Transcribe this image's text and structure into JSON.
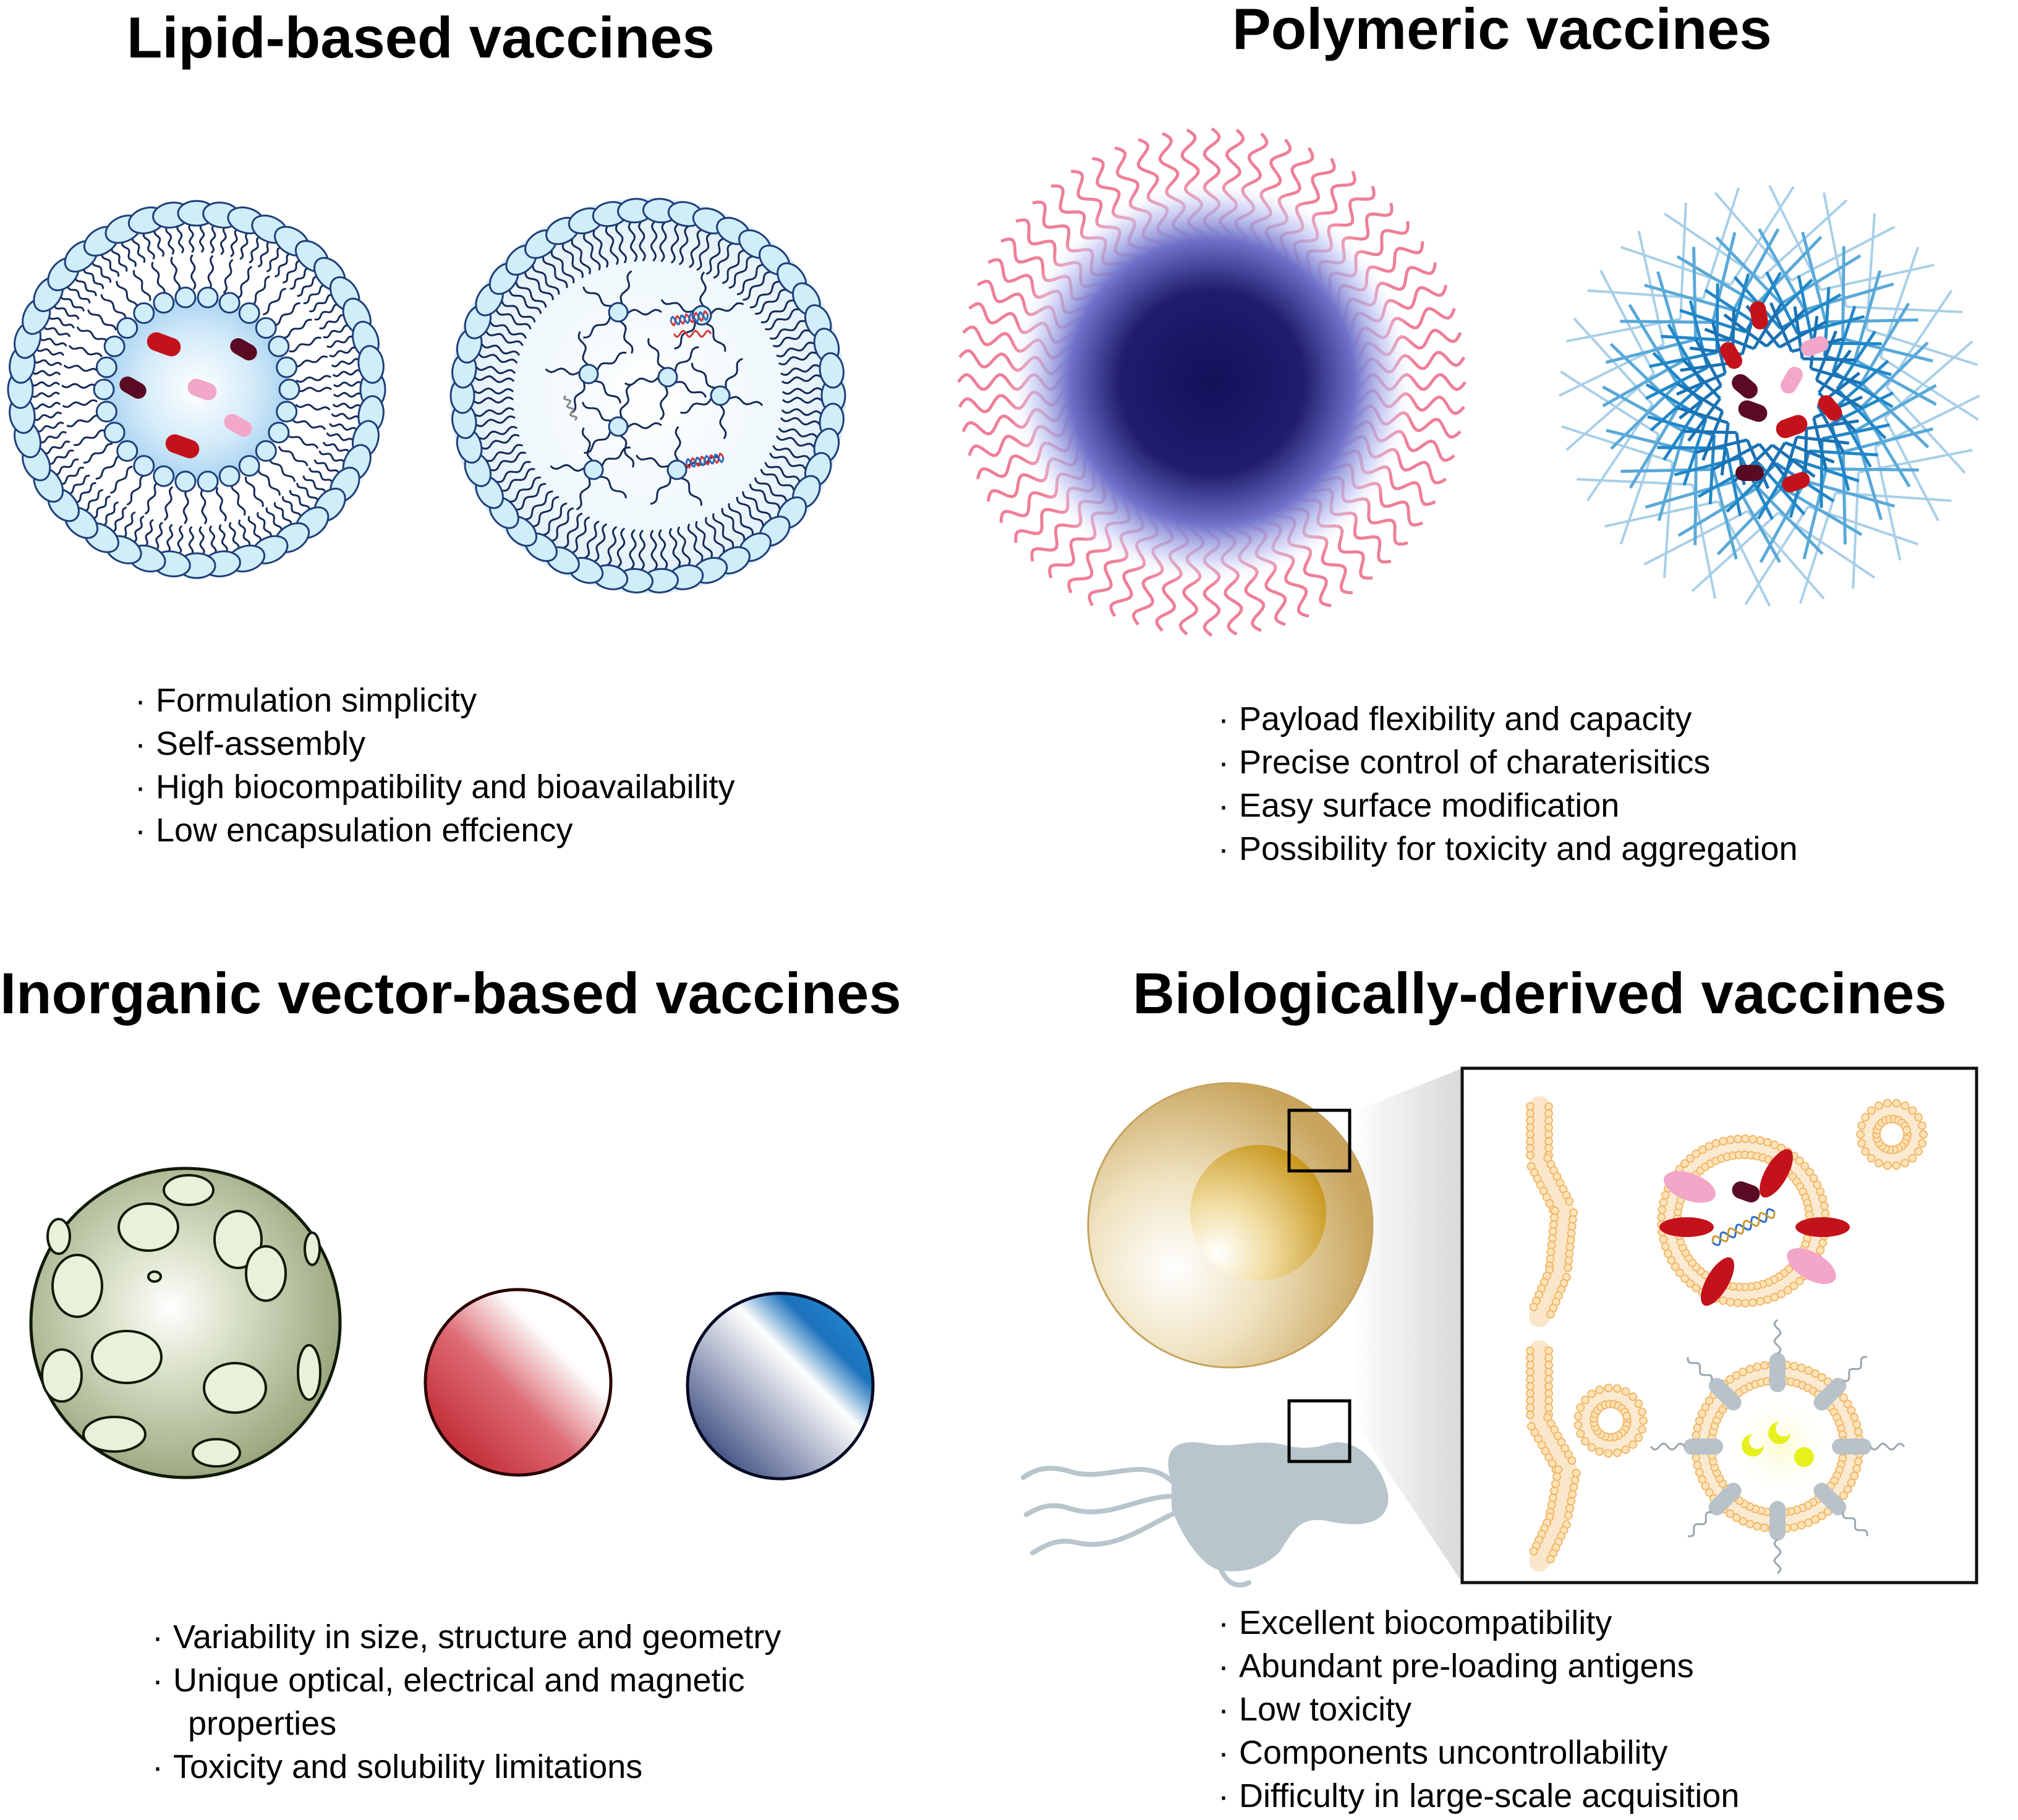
{
  "panels": {
    "lipid": {
      "title": "Lipid-based vaccines",
      "bullets": [
        "Formulation simplicity",
        "Self-assembly",
        "High biocompatibility and bioavailability",
        "Low encapsulation effciency"
      ]
    },
    "polymeric": {
      "title": "Polymeric vaccines",
      "bullets": [
        "Payload flexibility and capacity",
        "Precise control of charaterisitics",
        "Easy surface modification",
        "Possibility for toxicity and aggregation"
      ]
    },
    "inorganic": {
      "title": "Inorganic vector-based vaccines",
      "bullets": [
        "Variability in size, structure and geometry",
        "Unique optical, electrical and magnetic",
        "properties",
        "Toxicity and solubility limitations"
      ]
    },
    "biological": {
      "title": "Biologically-derived vaccines",
      "bullets": [
        "Excellent biocompatibility",
        "Abundant pre-loading antigens",
        "Low toxicity",
        "Components uncontrollability",
        "Difficulty in large-scale acquisition"
      ]
    }
  },
  "bullet_glyph": "·",
  "colors": {
    "lipid_head_fill": "#cfeefa",
    "lipid_head_stroke": "#1f3f7a",
    "tail": "#152a57",
    "core_glow": "#b9dcf5",
    "polymer_core": "#14115a",
    "polymer_strand": "#ee7f99",
    "polymer_halo": "#9aa3ee",
    "micelle_blue": "#2288c8",
    "micelle_light": "#a8cfe8",
    "payload_red": "#c4121c",
    "payload_maroon": "#5a0a22",
    "payload_pink": "#f2a6c8",
    "inorganic_green": "#a8b48c",
    "inorganic_red": "#c01820",
    "inorganic_blue": "#1a6fb8",
    "cell_gold": "#d9b25a",
    "bacterium_gray": "#b8c5cc",
    "membrane_orange": "#f2b86a"
  }
}
